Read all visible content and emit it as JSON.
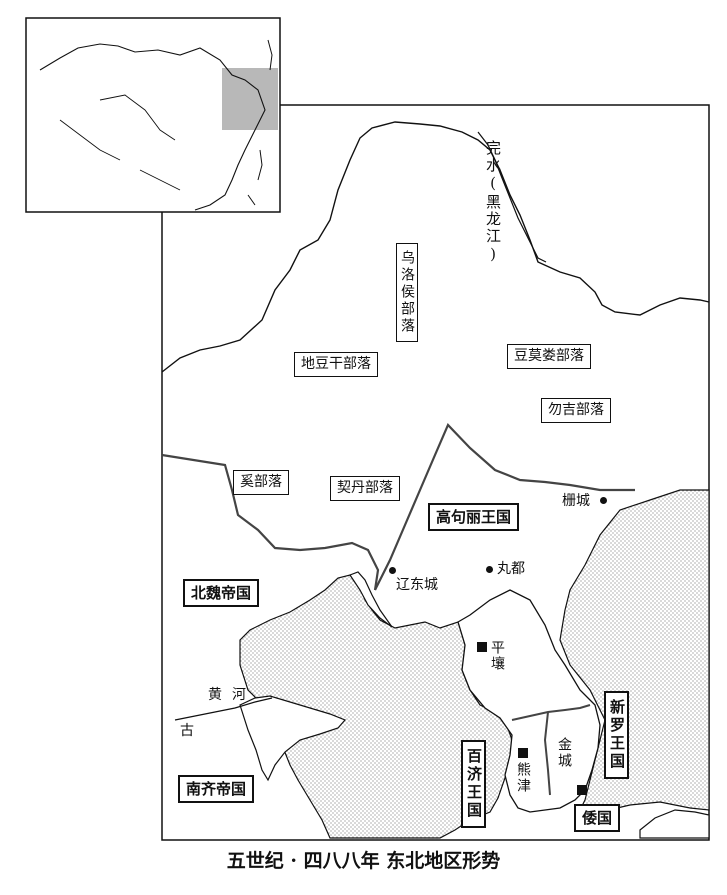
{
  "caption": "五世纪 · 四八八年   东北地区形势",
  "states": {
    "northern_wei": "北魏帝国",
    "goguryeo": "高句丽王国",
    "baekje": "百济王国",
    "silla": "新罗王国",
    "wa": "倭国",
    "southern_qi": "南齐帝国"
  },
  "tribes": {
    "wuluohou": "乌洛侯部落",
    "didougan": "地豆干部落",
    "doumolou": "豆莫娄部落",
    "wuji": "勿吉部落",
    "xi": "奚部落",
    "qidan": "契丹部落"
  },
  "cities": {
    "zhacheng": "栅城",
    "liaodong": "辽东城",
    "wandu": "丸都",
    "pingrang": "平壤",
    "xiongjin": "熊津",
    "jincheng": "金城"
  },
  "rivers": {
    "wanshui": "完水(黑龙江)",
    "yellow_river": "黄河",
    "ancient": "古"
  },
  "colors": {
    "land": "#ffffff",
    "sea_stipple": "#9a9a9a",
    "border": "#111111"
  }
}
